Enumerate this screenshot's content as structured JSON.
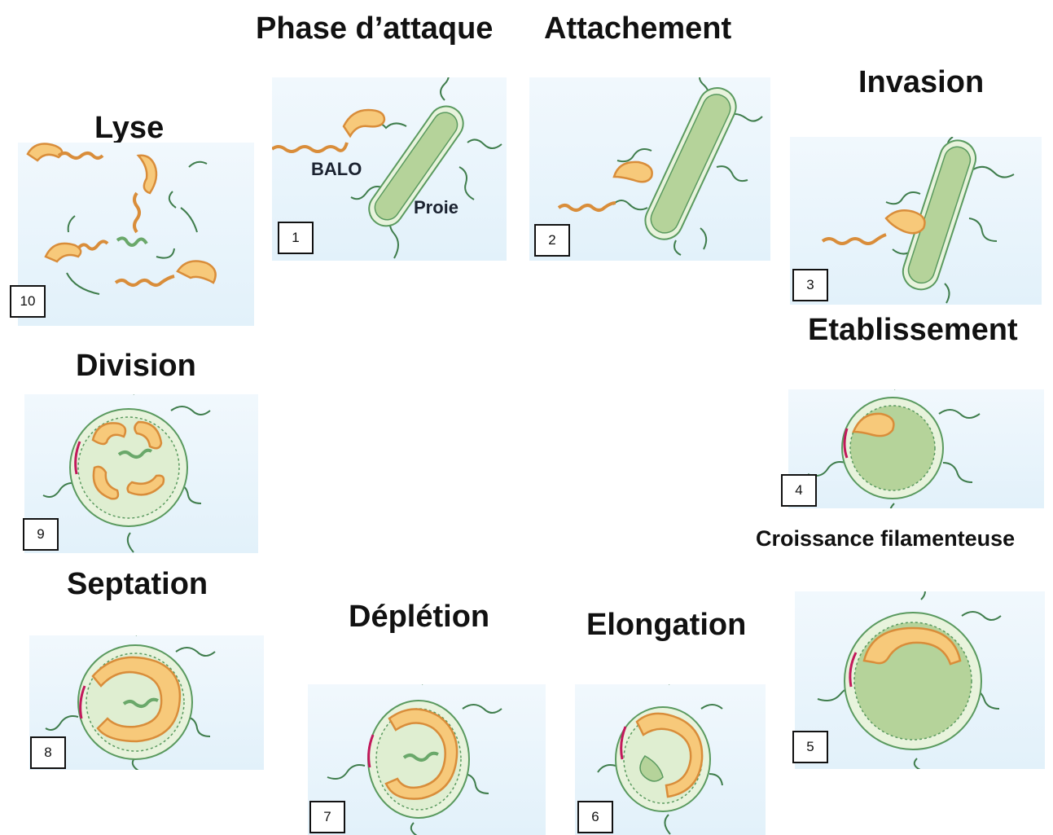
{
  "stages": [
    {
      "id": "s1",
      "number": "1",
      "title": "Phase d’attaque"
    },
    {
      "id": "s2",
      "number": "2",
      "title": "Attachement"
    },
    {
      "id": "s3",
      "number": "3",
      "title": "Invasion"
    },
    {
      "id": "s4",
      "number": "4",
      "title": "Etablissement"
    },
    {
      "id": "s5",
      "number": "5",
      "title": "Croissance filamenteuse"
    },
    {
      "id": "s6",
      "number": "6",
      "title": "Elongation"
    },
    {
      "id": "s7",
      "number": "7",
      "title": "Déplétion"
    },
    {
      "id": "s8",
      "number": "8",
      "title": "Septation"
    },
    {
      "id": "s9",
      "number": "9",
      "title": "Division"
    },
    {
      "id": "s10",
      "number": "10",
      "title": "Lyse"
    }
  ],
  "labels": {
    "balo": "BALO",
    "prey": "Proie"
  },
  "colors": {
    "predator_fill": "#f7c97a",
    "predator_stroke": "#d98d3a",
    "prey_fill": "#b5d39a",
    "prey_stroke": "#5a9a5f",
    "flagella": "#3f7d4c",
    "marker": "#c2185b"
  }
}
